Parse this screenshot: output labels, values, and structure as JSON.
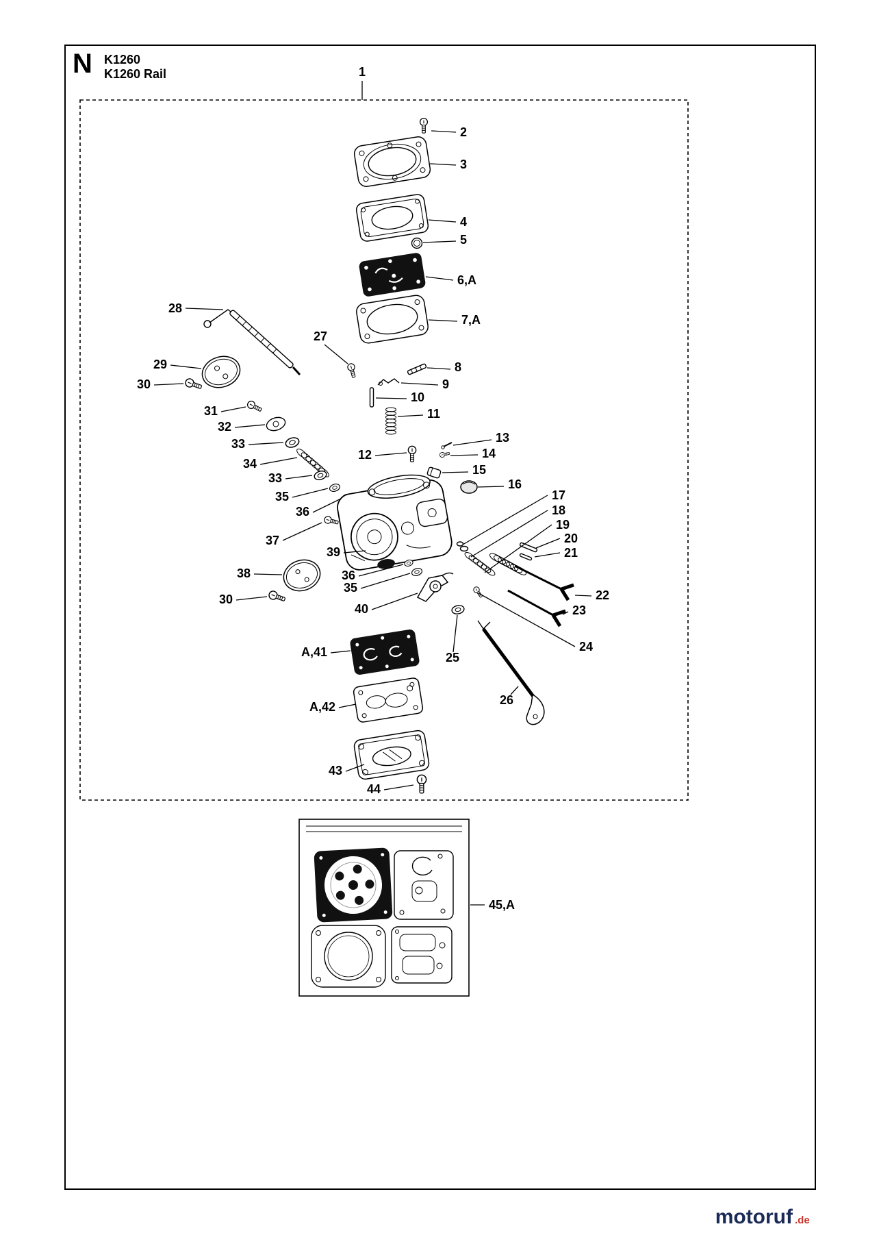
{
  "header": {
    "section_letter": "N",
    "model": "K1260",
    "variant": "K1260 Rail"
  },
  "callouts": {
    "n1": "1",
    "n2": "2",
    "n3": "3",
    "n4": "4",
    "n5": "5",
    "n6a": "6,A",
    "n7a": "7,A",
    "n8": "8",
    "n9": "9",
    "n10": "10",
    "n11": "11",
    "n12": "12",
    "n13": "13",
    "n14": "14",
    "n15": "15",
    "n16": "16",
    "n17": "17",
    "n18": "18",
    "n19": "19",
    "n20": "20",
    "n21": "21",
    "n22": "22",
    "n23": "23",
    "n24": "24",
    "n25": "25",
    "n26": "26",
    "n27": "27",
    "n28": "28",
    "n29": "29",
    "n30": "30",
    "n31": "31",
    "n32": "32",
    "n33": "33",
    "n34": "34",
    "n35": "35",
    "n36": "36",
    "n37": "37",
    "n38": "38",
    "n39": "39",
    "n40": "40",
    "na41": "A,41",
    "na42": "A,42",
    "n43": "43",
    "n44": "44",
    "n45a": "45,A"
  },
  "watermark": {
    "brand": "motoruf",
    "tld": ".de"
  },
  "colors": {
    "line": "#000000",
    "dark_part": "#111111",
    "brand_navy": "#1b2b57",
    "brand_red": "#c9352b"
  }
}
